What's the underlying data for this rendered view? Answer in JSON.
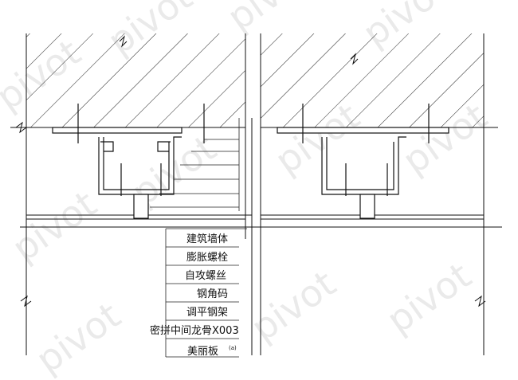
{
  "labels": [
    "建筑墙体",
    "膨胀螺栓",
    "自攻螺丝",
    "钢角码",
    "调平钢架",
    "密拼中间龙骨X003",
    "美丽板"
  ],
  "label_superscript": "(a)",
  "watermark": "pivot",
  "colors": {
    "line": "#111111",
    "leader": "#222222",
    "watermark": "#d9d9d9"
  }
}
